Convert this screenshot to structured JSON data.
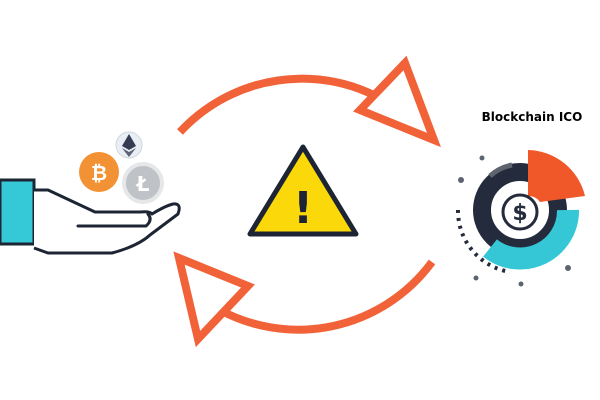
{
  "illustration": {
    "ico_label": "Blockchain ICO",
    "coins": [
      {
        "name": "bitcoin",
        "symbol": "₿"
      },
      {
        "name": "ethereum",
        "symbol": "Ξ"
      },
      {
        "name": "litecoin",
        "symbol": "Ł"
      }
    ],
    "warning_symbol": "!",
    "dollar_symbol": "$"
  },
  "colors": {
    "arrow": "#f26238",
    "sleeve": "#35c9d7",
    "outline": "#1d2433",
    "warning_fill": "#fbd80a",
    "bitcoin": "#f29234",
    "ethereum_bg": "#e9eef4",
    "ethereum_dark": "#343b52",
    "litecoin": "#bfc3c7",
    "donut_dark": "#242b3c",
    "donut_orange": "#f0582a",
    "donut_cyan": "#36c7d6",
    "donut_gray": "#5d6470"
  }
}
